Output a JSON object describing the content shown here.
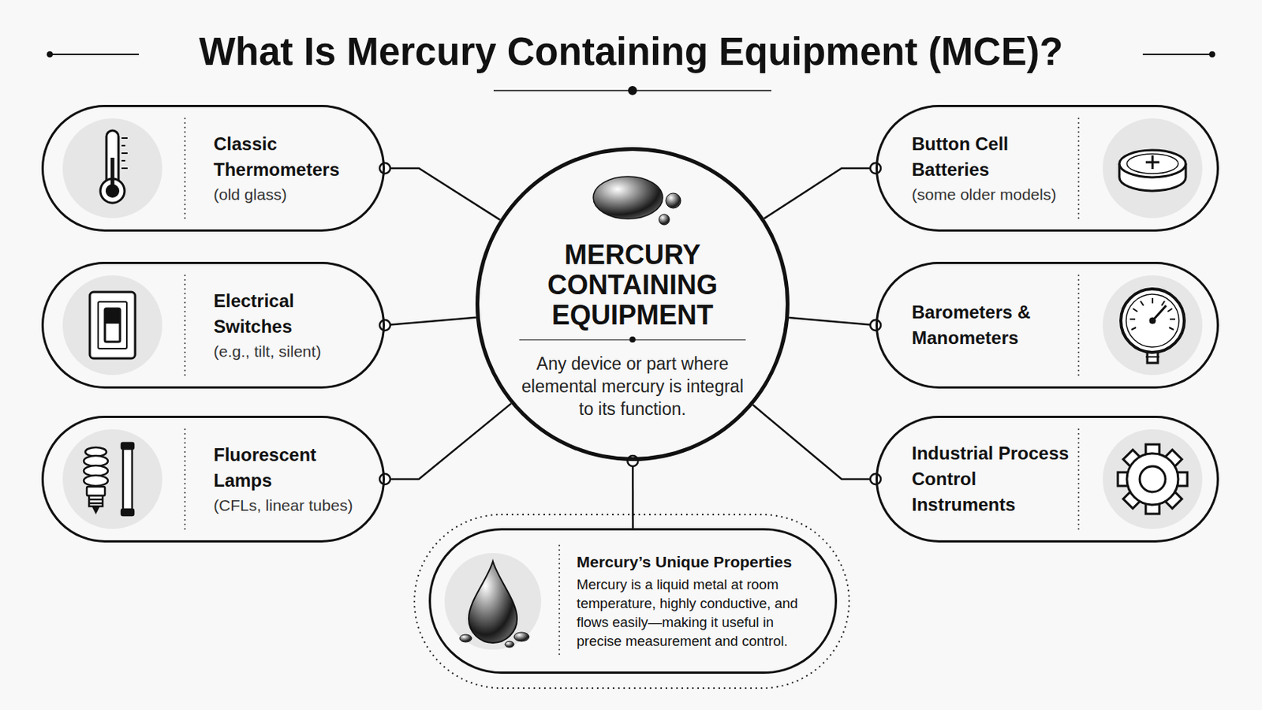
{
  "diagram": {
    "title": "What Is Mercury Containing Equipment (MCE)?",
    "nodes": [
      {
        "text": [
          "MERCURY CONTAINING EQUIPMENT",
          "Any device or part where elemental mercury is integral to its function."
        ]
      },
      {
        "text": [
          "Classic Thermometers",
          "(old glass)"
        ]
      },
      {
        "text": [
          "Electrical Switches",
          "(e.g., tilt, silent)"
        ]
      },
      {
        "text": [
          "Fluorescent Lamps",
          "(CFLs, linear tubes)"
        ]
      },
      {
        "text": [
          "Button Cell Batteries",
          "(some older models)"
        ]
      },
      {
        "text": [
          "Barometers & Manometers"
        ]
      },
      {
        "text": [
          "Industrial Process Control Instruments"
        ]
      },
      {
        "text": [
          "Mercury’s Unique Properties",
          "Mercury is a liquid metal at room temperature, highly conductive, and flows easily—making it useful in precise measurement and control."
        ]
      }
    ],
    "edges": [
      {
        "from": 0,
        "to": 1,
        "arrow": "none"
      },
      {
        "from": 0,
        "to": 2,
        "arrow": "none"
      },
      {
        "from": 0,
        "to": 3,
        "arrow": "none"
      },
      {
        "from": 0,
        "to": 4,
        "arrow": "none"
      },
      {
        "from": 0,
        "to": 5,
        "arrow": "none"
      },
      {
        "from": 0,
        "to": 6,
        "arrow": "none"
      },
      {
        "from": 0,
        "to": 7,
        "arrow": "none"
      }
    ]
  }
}
